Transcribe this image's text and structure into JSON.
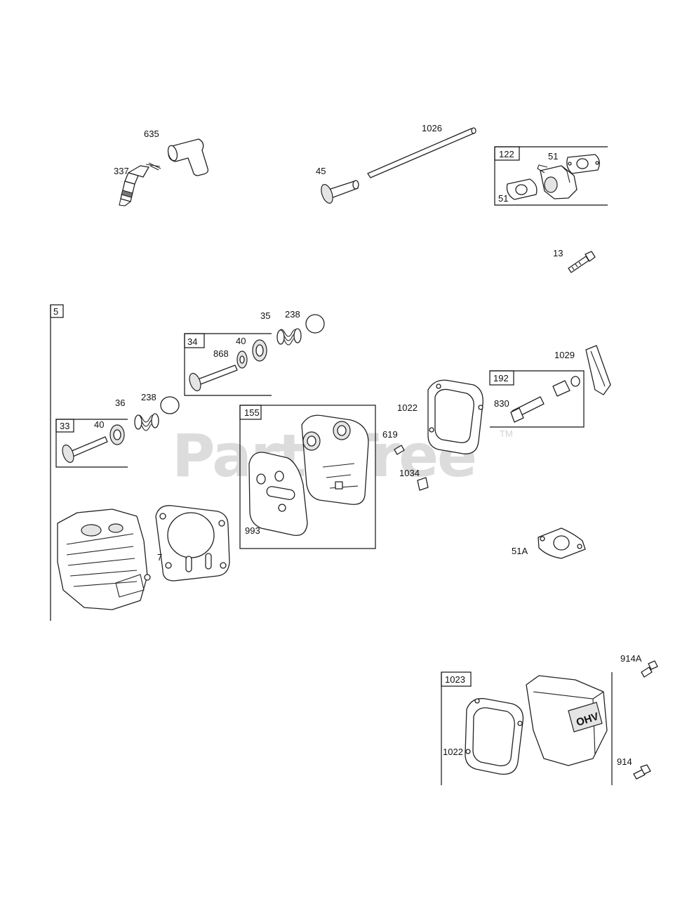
{
  "watermark": {
    "text": "PartsTree",
    "trademark": "TM"
  },
  "labels": {
    "l635": "635",
    "l337": "337",
    "l1026": "1026",
    "l45": "45",
    "l122": "122",
    "l51a": "51",
    "l51b": "51",
    "l13": "13",
    "l5": "5",
    "l35": "35",
    "l238a": "238",
    "l34": "34",
    "l868": "868",
    "l40a": "40",
    "l1029": "1029",
    "l192": "192",
    "l830": "830",
    "l36": "36",
    "l238b": "238",
    "l33": "33",
    "l40b": "40",
    "l155": "155",
    "l993": "993",
    "l1022a": "1022",
    "l619": "619",
    "l1034": "1034",
    "l7": "7",
    "l51A": "51A",
    "l914A": "914A",
    "l1023": "1023",
    "l1022b": "1022",
    "l914": "914",
    "valve_cover_logo": "OHV"
  }
}
